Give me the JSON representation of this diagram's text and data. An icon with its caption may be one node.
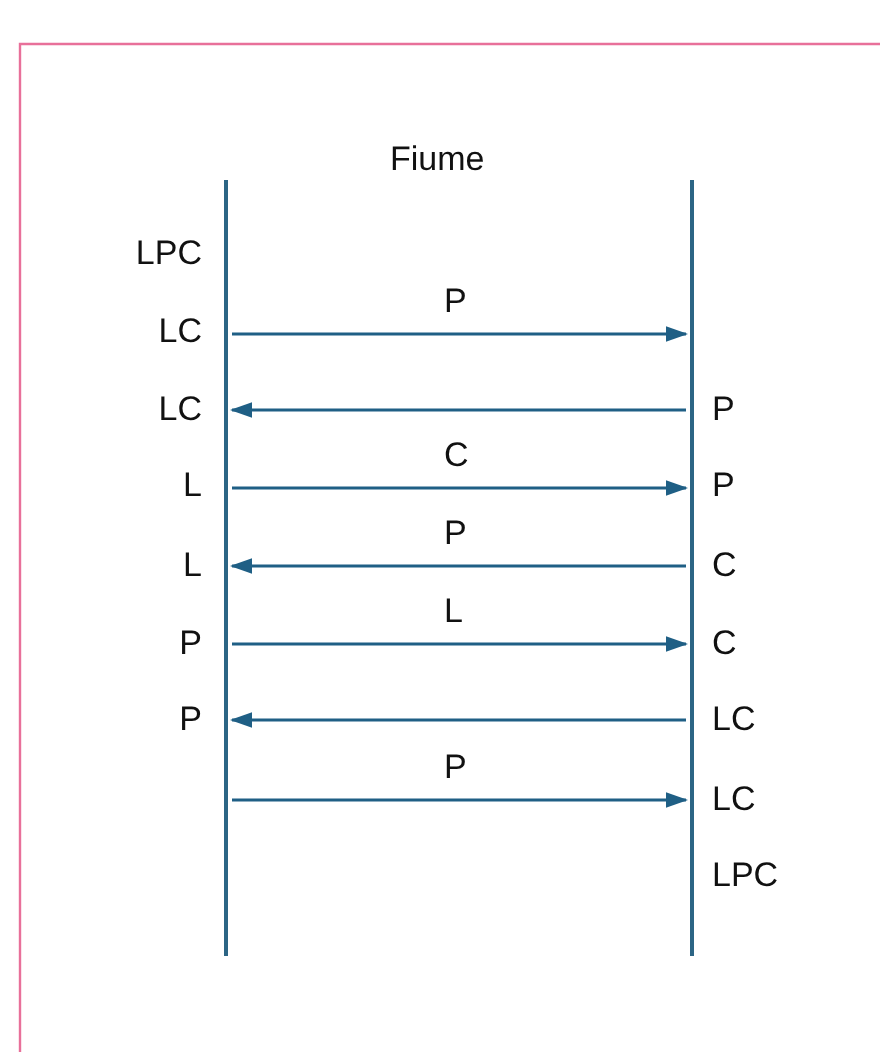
{
  "diagram": {
    "title": "Fiume",
    "nodes": [
      {
        "text": [],
        "shape": "bar"
      },
      {
        "text": [],
        "shape": "bar"
      }
    ],
    "edges": [
      {
        "from": 0,
        "to": 1,
        "arrow": "to",
        "label": "P"
      },
      {
        "from": 1,
        "to": 0,
        "arrow": "to"
      },
      {
        "from": 0,
        "to": 1,
        "arrow": "to",
        "label": "C"
      },
      {
        "from": 1,
        "to": 0,
        "arrow": "to",
        "label": "P"
      },
      {
        "from": 0,
        "to": 1,
        "arrow": "to",
        "label": "L"
      },
      {
        "from": 1,
        "to": 0,
        "arrow": "to"
      },
      {
        "from": 0,
        "to": 1,
        "arrow": "to",
        "label": "P"
      }
    ],
    "labels": [
      "LPC",
      "LC",
      "LC",
      "P",
      "L",
      "P",
      "L",
      "C",
      "P",
      "C",
      "P",
      "LC",
      "LC",
      "LPC"
    ]
  }
}
